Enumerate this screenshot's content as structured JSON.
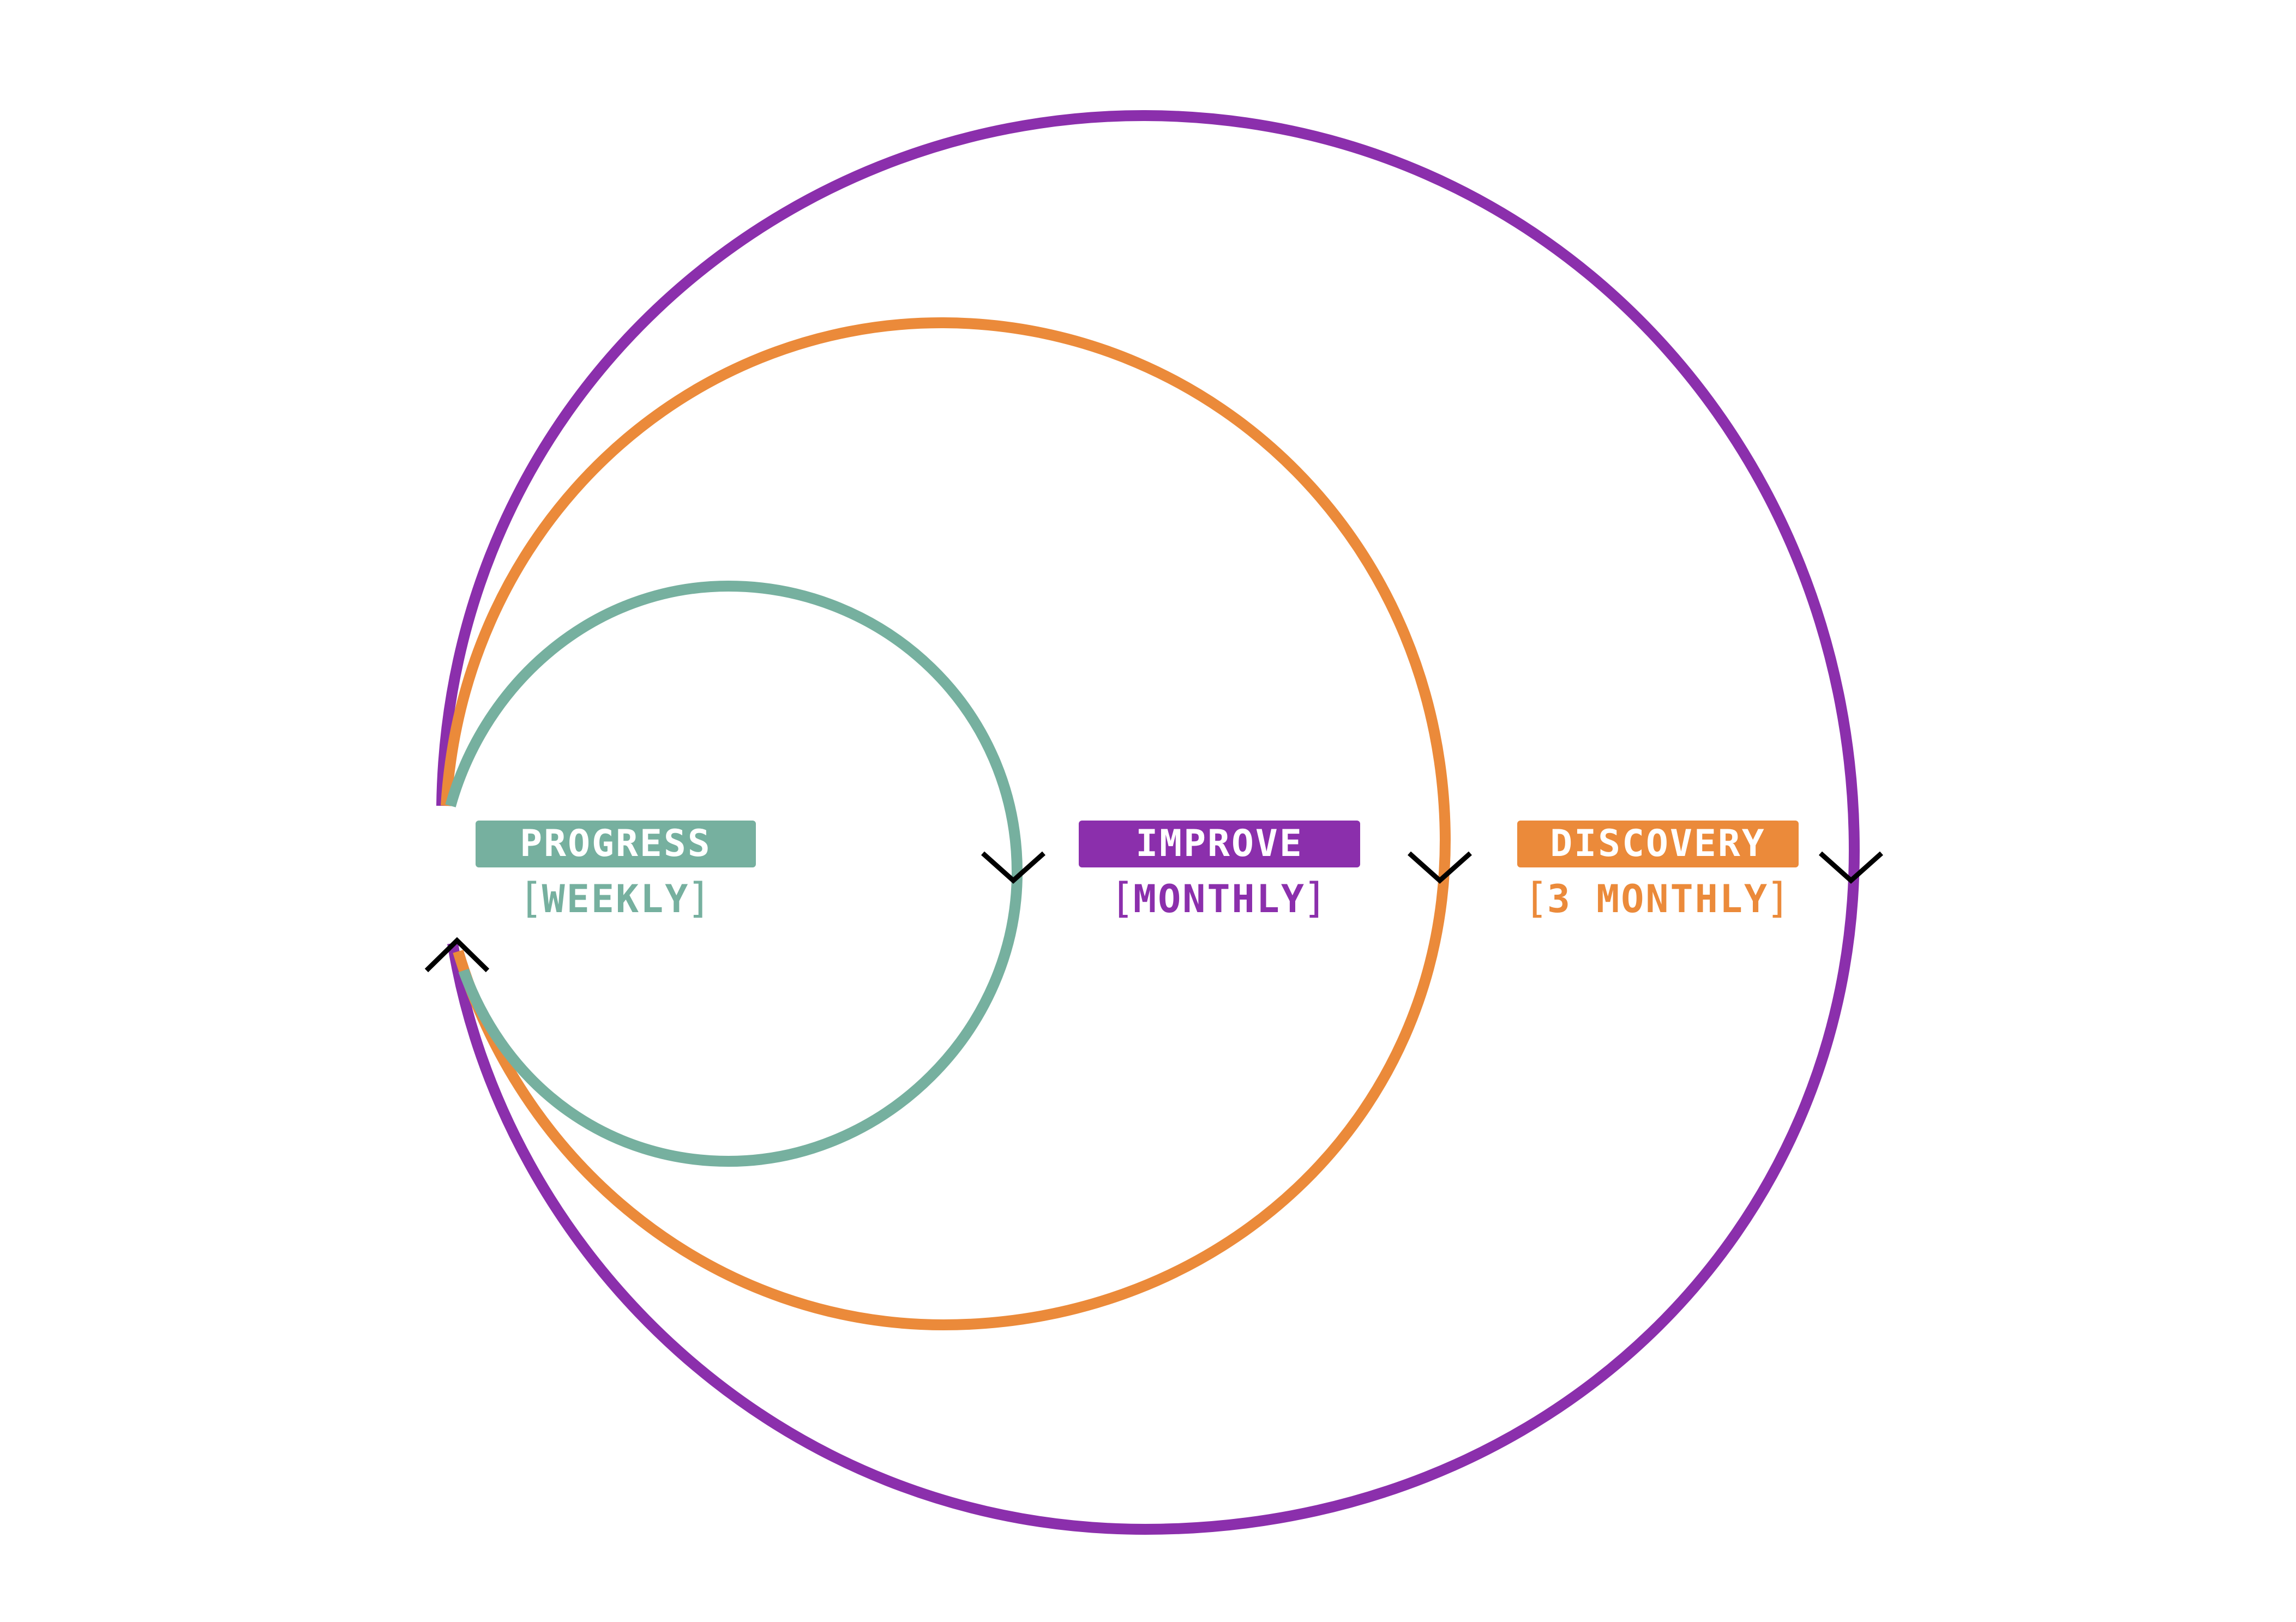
{
  "colors": {
    "progress": "#76b09f",
    "improve": "#8b2fac",
    "discovery": "#eb8a3a",
    "arrow": "#000000",
    "background": "#ffffff"
  },
  "loops": [
    {
      "id": "progress",
      "label": "PROGRESS",
      "frequency": "WEEKLY",
      "color": "#76b09f"
    },
    {
      "id": "improve",
      "label": "IMPROVE",
      "frequency": "MONTHLY",
      "color": "#8b2fac"
    },
    {
      "id": "discovery",
      "label": "DISCOVERY",
      "frequency": "3 MONTHLY",
      "color": "#eb8a3a"
    }
  ],
  "brackets": {
    "open": "[",
    "close": "]"
  }
}
